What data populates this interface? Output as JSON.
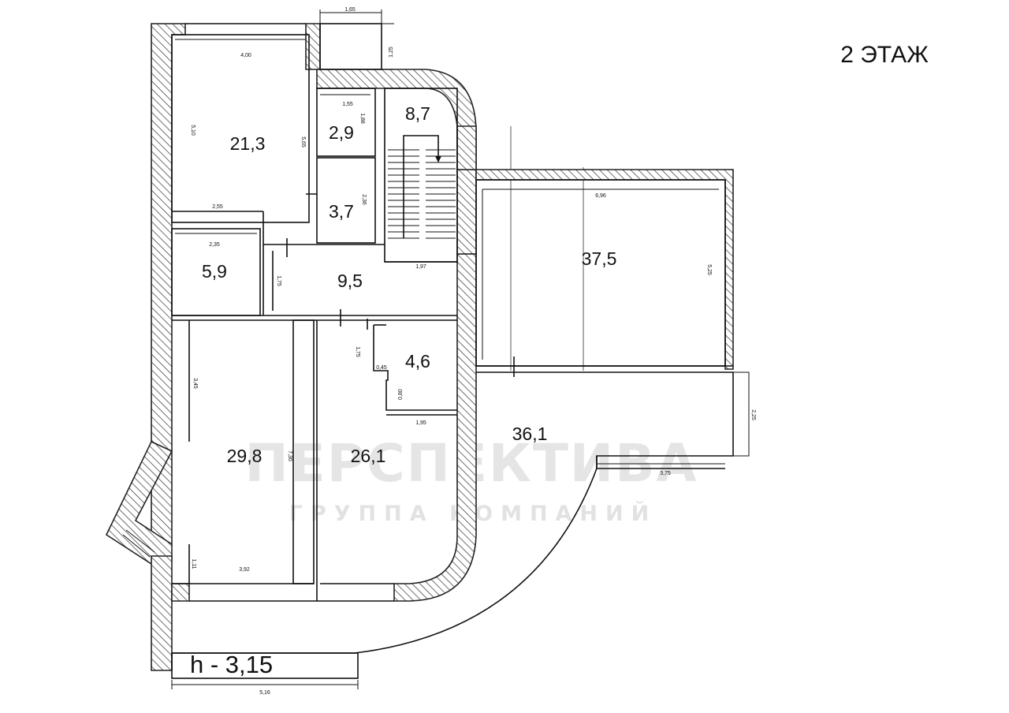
{
  "title": "2 ЭТАЖ",
  "ceiling_height": "h - 3,15",
  "watermark": {
    "name": "ПЕРСПЕКТИВА",
    "subtitle": "ГРУППА КОМПАНИЙ"
  },
  "rooms": [
    {
      "area": "21,3"
    },
    {
      "area": "2,9"
    },
    {
      "area": "8,7"
    },
    {
      "area": "3,7"
    },
    {
      "area": "37,5"
    },
    {
      "area": "5,9"
    },
    {
      "area": "9,5"
    },
    {
      "area": "4,6"
    },
    {
      "area": "29,8"
    },
    {
      "area": "26,1"
    },
    {
      "area": "36,1"
    }
  ],
  "dimensions": [
    "1,65",
    "1,25",
    "4,00",
    "1,55",
    "1,88",
    "5,10",
    "5,65",
    "2,36",
    "2,55",
    "2,35",
    "6,96",
    "1,97",
    "5,25",
    "1,75",
    "1,75",
    "0,45",
    "0,80",
    "1,95",
    "2,25",
    "3,75",
    "3,45",
    "7,30",
    "1,11",
    "3,92",
    "5,16"
  ],
  "colors": {
    "wall_hatch": "#333333",
    "line": "#111111",
    "watermark": "#cfcfcf"
  }
}
